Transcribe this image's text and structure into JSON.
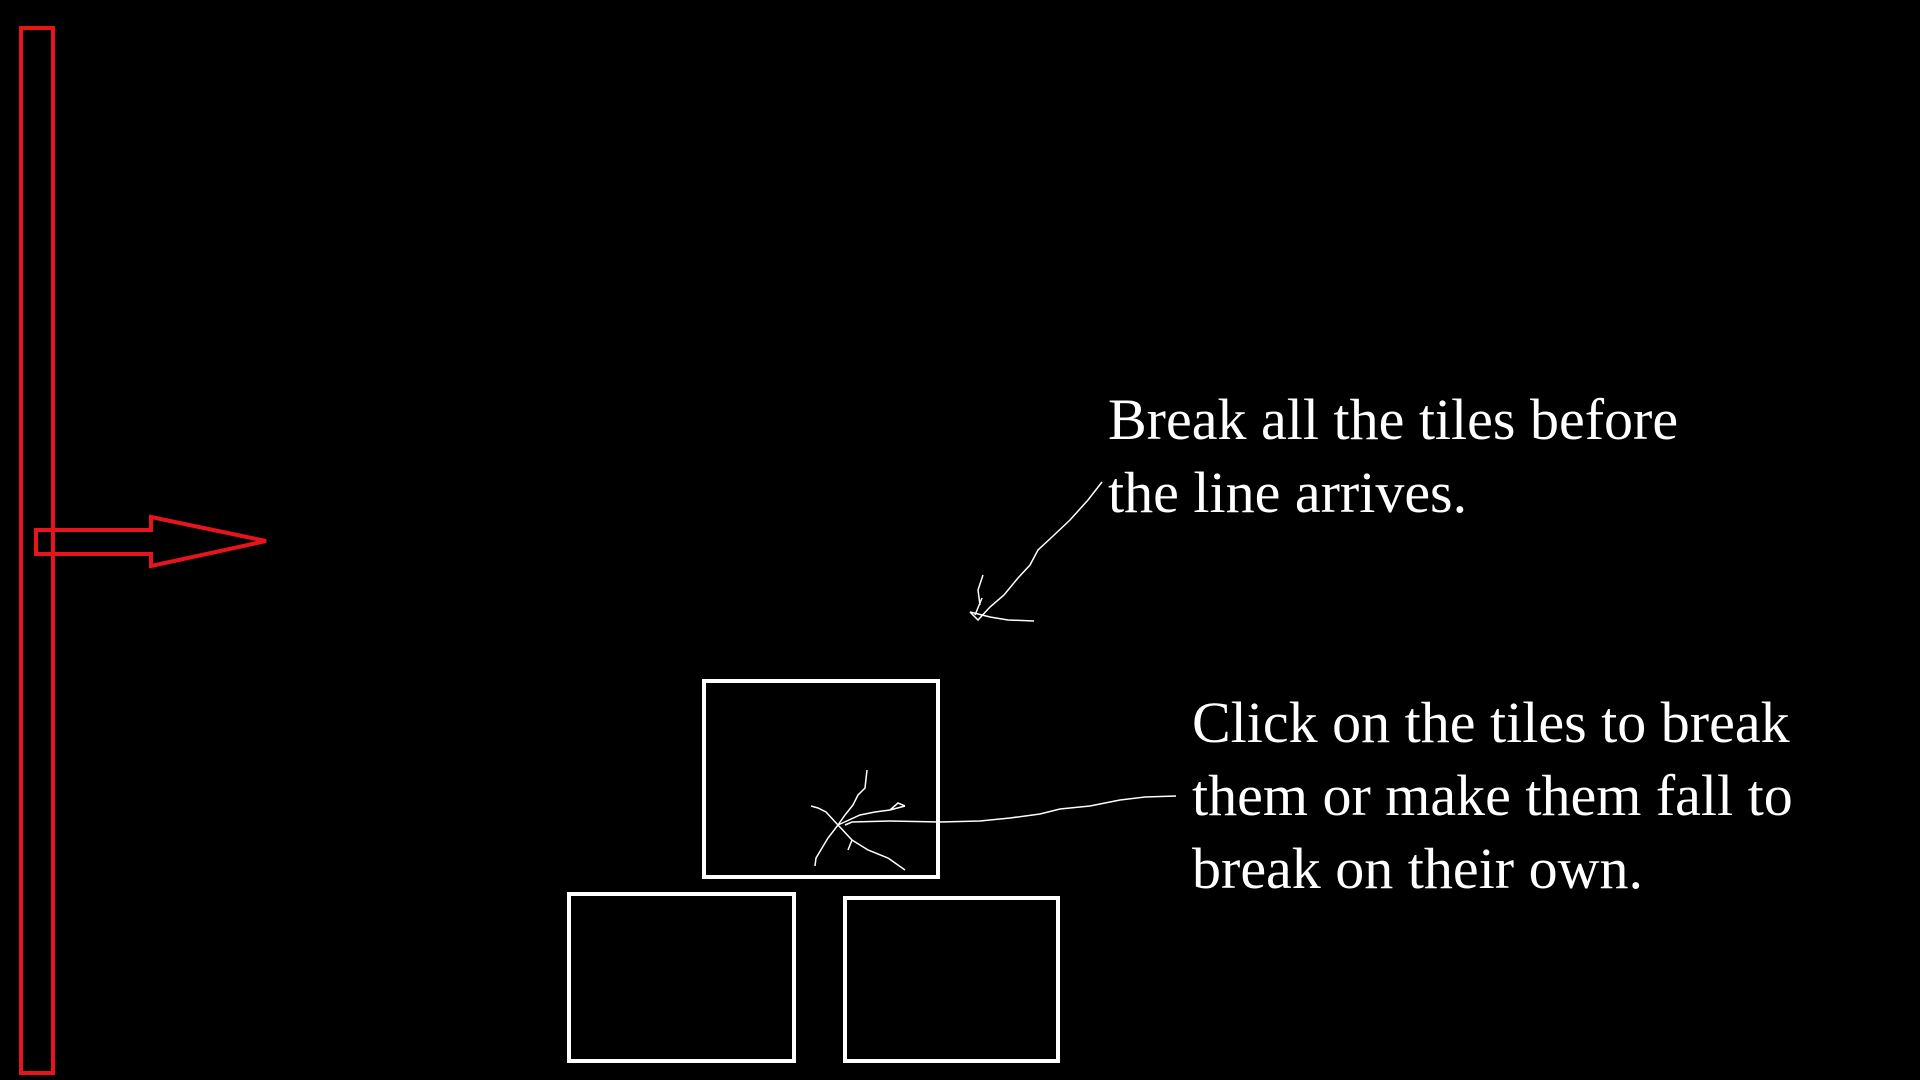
{
  "colors": {
    "background": "#000000",
    "deadline_line": "#e8141c",
    "tile_outline": "#ffffff",
    "text": "#ffffff"
  },
  "hints": {
    "top": "Break all the tiles before\nthe line arrives.",
    "bottom": "Click on the tiles to break\nthem or make them fall to\nbreak on their own."
  },
  "game": {
    "tile_count": 3,
    "cracked_tiles": 1,
    "line_direction": "right"
  }
}
